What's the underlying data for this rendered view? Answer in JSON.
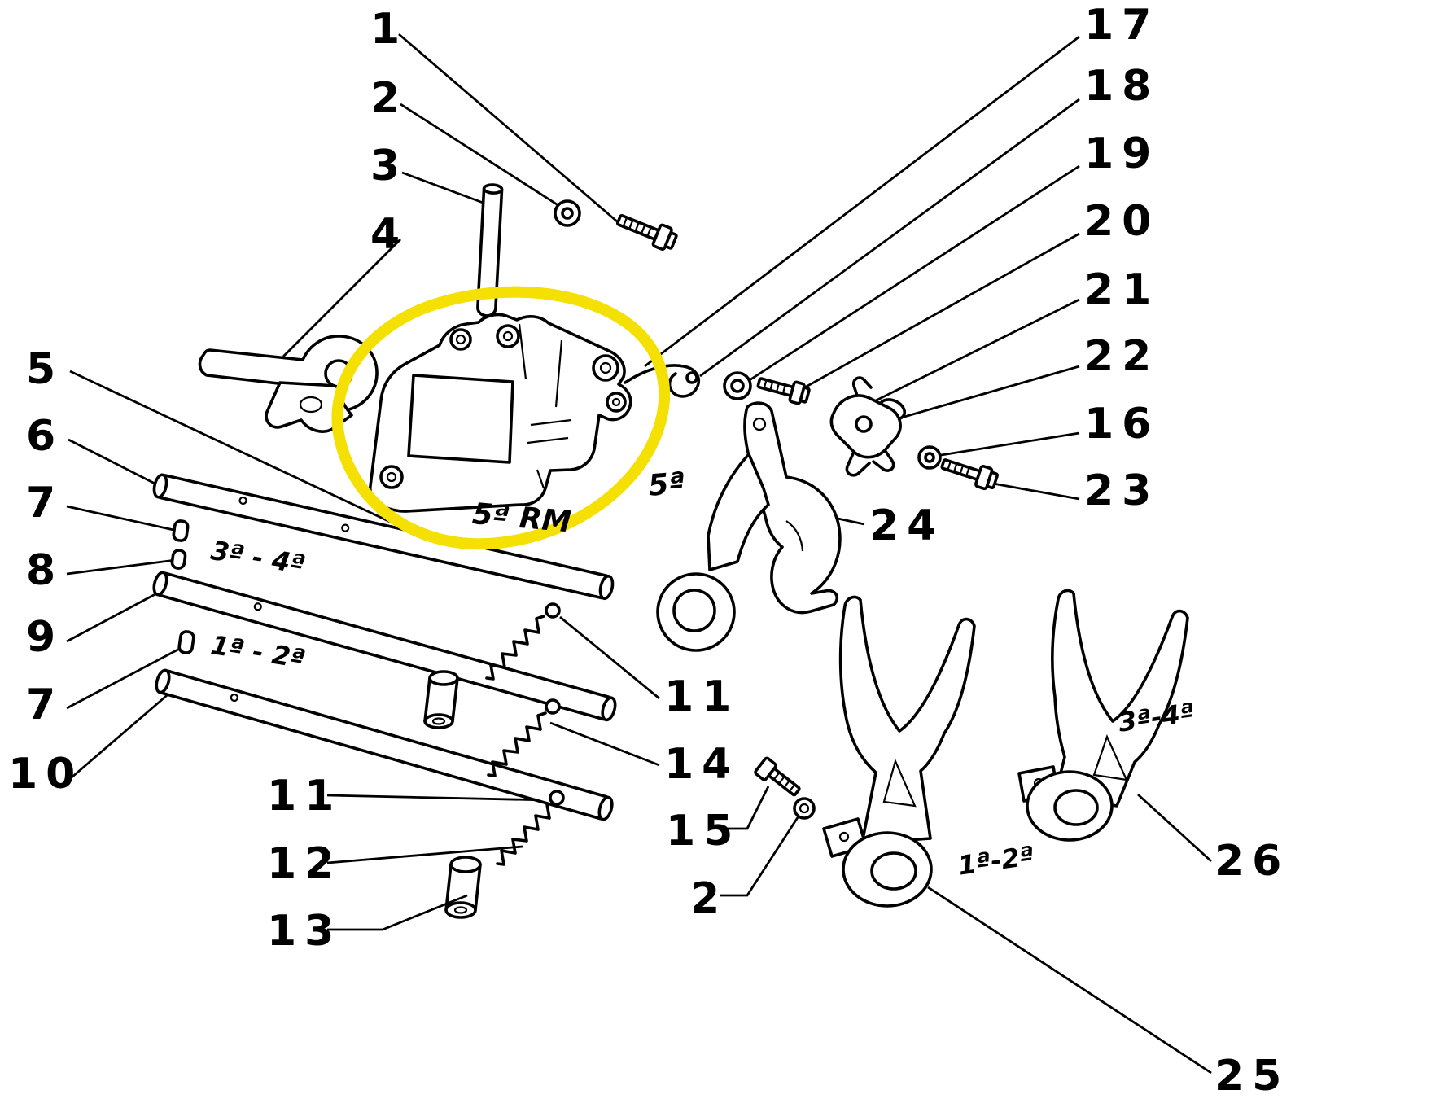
{
  "figure": {
    "background": "#ffffff",
    "line_color": "#000000",
    "highlight_color": "#f5e003"
  },
  "callouts": [
    {
      "text": "1"
    },
    {
      "text": "2"
    },
    {
      "text": "3"
    },
    {
      "text": "4"
    },
    {
      "text": "5"
    },
    {
      "text": "6"
    },
    {
      "text": "7"
    },
    {
      "text": "8"
    },
    {
      "text": "9"
    },
    {
      "text": "7"
    },
    {
      "text": "10"
    },
    {
      "text": "11"
    },
    {
      "text": "12"
    },
    {
      "text": "13"
    },
    {
      "text": "11"
    },
    {
      "text": "14"
    },
    {
      "text": "15"
    },
    {
      "text": "2"
    },
    {
      "text": "17"
    },
    {
      "text": "18"
    },
    {
      "text": "19"
    },
    {
      "text": "20"
    },
    {
      "text": "21"
    },
    {
      "text": "22"
    },
    {
      "text": "16"
    },
    {
      "text": "23"
    },
    {
      "text": "24"
    },
    {
      "text": "26"
    },
    {
      "text": "25"
    }
  ],
  "part_labels": [
    {
      "text": "3ª - 4ª"
    },
    {
      "text": "1ª - 2ª"
    },
    {
      "text": "5ª RM"
    },
    {
      "text": "5ª"
    },
    {
      "text": "3ª-4ª"
    },
    {
      "text": "1ª-2ª"
    }
  ]
}
